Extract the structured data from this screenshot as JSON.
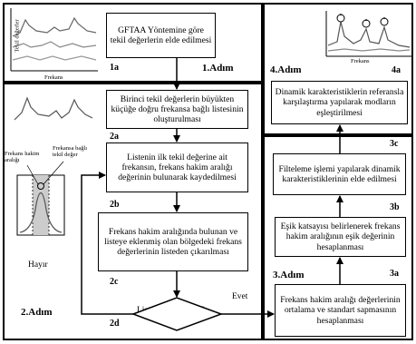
{
  "steps": {
    "step1": "1.Adım",
    "step2": "2.Adım",
    "step3": "3.Adım",
    "step4": "4.Adım"
  },
  "boxes": {
    "b1a": "GFTAA Yöntemine göre tekil değerlerin elde edilmesi",
    "b2a": "Birinci tekil değerlerin büyükten küçüğe doğru frekansa bağlı listesinin oluşturulması",
    "b2b": "Listenin ilk tekil değerine ait frekansın, frekans hakim aralığı değerinin bulunarak kaydedilmesi",
    "b2c": "Frekans hakim aralığında bulunan ve listeye eklenmiş olan bölgedeki frekans değerlerinin listeden çıkarılması",
    "b2d": "Liste sıfırlandı mı ?",
    "b3a": "Frekans hakim aralığı değerlerinin ortalama ve standart sapmasının hesaplanması",
    "b3b": "Eşik katsayısı belirlenerek frekans hakim aralığının eşik değerinin hesaplanması",
    "b3c": "Filteleme işlemi yapılarak dinamik karakteristiklerinin elde edilmesi",
    "b4a": "Dinamik karakteristiklerin referansla karşılaştırma yapılarak modların eşleştirilmesi"
  },
  "ids": {
    "id1a": "1a",
    "id2a": "2a",
    "id2b": "2b",
    "id2c": "2c",
    "id2d": "2d",
    "id3a": "3a",
    "id3b": "3b",
    "id3c": "3c",
    "id4a": "4a"
  },
  "branches": {
    "no": "Hayır",
    "yes": "Evet"
  },
  "plots": {
    "ylabel": "Tekil değerler",
    "xlabel": "Frekans",
    "xlabel4": "Frekans",
    "hakim": "Frekans hakim aralığı",
    "bagli": "Frekansa bağlı tekil değer"
  }
}
